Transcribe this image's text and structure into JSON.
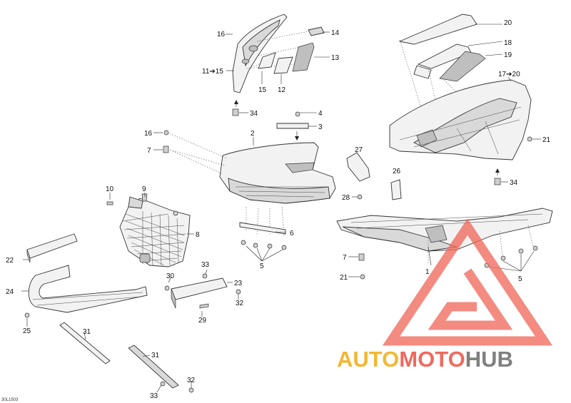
{
  "diagram": {
    "drawing_code": "30L1503",
    "callouts": [
      "1",
      "2",
      "3",
      "4",
      "5",
      "6",
      "7",
      "8",
      "9",
      "10",
      "11➔15",
      "12",
      "13",
      "14",
      "15",
      "16",
      "17➔20",
      "18",
      "19",
      "20",
      "21",
      "22",
      "23",
      "24",
      "25",
      "26",
      "27",
      "28",
      "29",
      "30",
      "31",
      "32",
      "33",
      "34"
    ]
  },
  "watermark": {
    "part_a": "AUTO",
    "part_b": "MOTO",
    "part_c": "HUB",
    "color_a": "#f3b733",
    "color_b": "#ef6a5e",
    "color_c": "#808080"
  }
}
